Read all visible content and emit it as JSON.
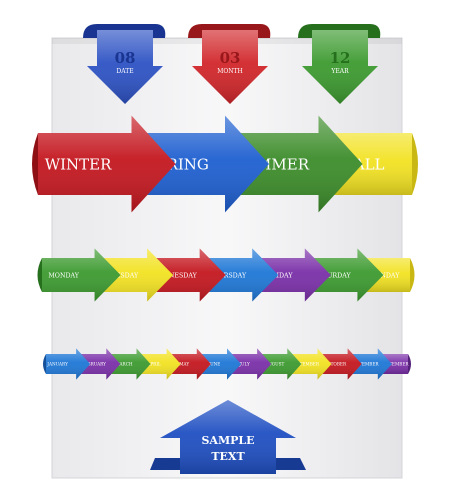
{
  "date_tabs": [
    {
      "number": "08",
      "label": "DATE",
      "color": "#2d52c4",
      "dark": "#1a3591",
      "light": "#4f7bf0"
    },
    {
      "number": "03",
      "label": "MONTH",
      "color": "#d1262a",
      "dark": "#97171a",
      "light": "#ee4a4c"
    },
    {
      "number": "12",
      "label": "YEAR",
      "color": "#3c9a2f",
      "dark": "#26701d",
      "light": "#63c24f"
    }
  ],
  "seasons": [
    {
      "label": "WINTER",
      "color": "#c4171f"
    },
    {
      "label": "SPRING",
      "color": "#1e5fd0"
    },
    {
      "label": "SUMMER",
      "color": "#3c8c2a"
    },
    {
      "label": "FALL",
      "color": "#f2e222"
    }
  ],
  "weekdays": [
    {
      "label": "MONDAY",
      "color": "#3c9a2f"
    },
    {
      "label": "TUESDAY",
      "color": "#f2e222"
    },
    {
      "label": "WEDNESDAY",
      "color": "#c4171f"
    },
    {
      "label": "THURSDAY",
      "color": "#1e77d6"
    },
    {
      "label": "FRIDAY",
      "color": "#7a2fa8"
    },
    {
      "label": "SATURDAY",
      "color": "#3c9a2f"
    },
    {
      "label": "SUNDAY",
      "color": "#f2e222"
    }
  ],
  "months": [
    {
      "label": "JANUARY",
      "color": "#1e77d6"
    },
    {
      "label": "FEBRUARY",
      "color": "#7a2fa8"
    },
    {
      "label": "MARCH",
      "color": "#3c9a2f"
    },
    {
      "label": "APRIL",
      "color": "#f2e222"
    },
    {
      "label": "MAY",
      "color": "#c4171f"
    },
    {
      "label": "JUNE",
      "color": "#1e77d6"
    },
    {
      "label": "JULY",
      "color": "#7a2fa8"
    },
    {
      "label": "AUGUST",
      "color": "#3c9a2f"
    },
    {
      "label": "SEPTEMBER",
      "color": "#f2e222"
    },
    {
      "label": "OCTOBER",
      "color": "#c4171f"
    },
    {
      "label": "NOVEMBER",
      "color": "#1e77d6"
    },
    {
      "label": "DECEMBER",
      "color": "#7a2fa8"
    }
  ],
  "sample": {
    "line1": "SAMPLE",
    "line2": "TEXT",
    "color": "#1f4fc2"
  }
}
